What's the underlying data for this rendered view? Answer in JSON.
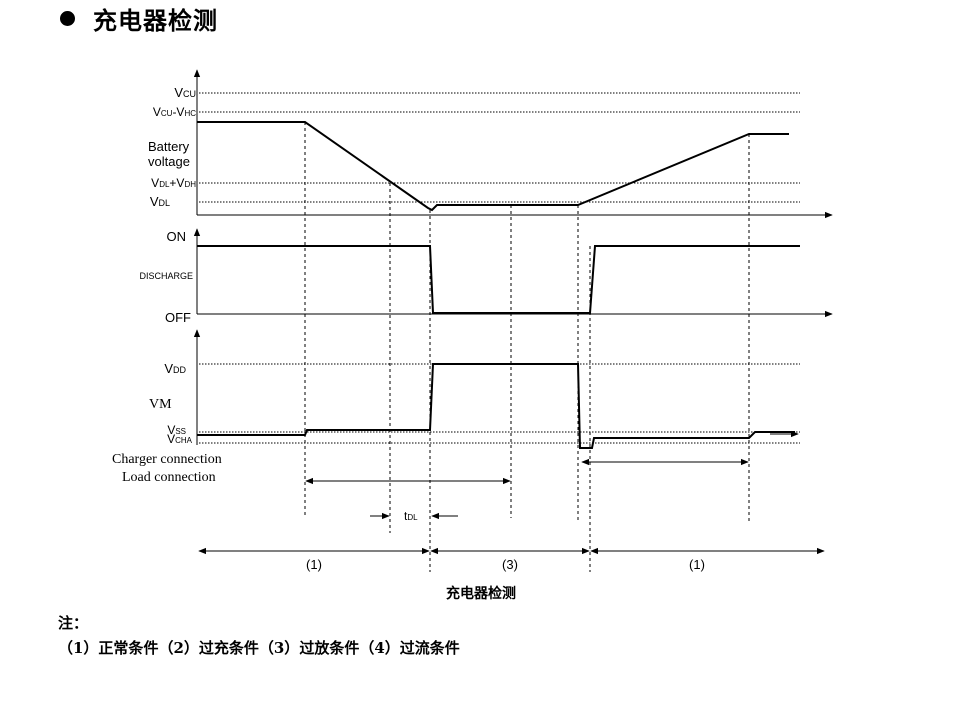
{
  "heading": "充电器检测",
  "labels": {
    "vcu": "V",
    "vcu_sub": "CU",
    "vcu_vhc_a": "V",
    "vcu_vhc_a_sub": "CU",
    "vcu_vhc_b": "-V",
    "vcu_vhc_b_sub": "HC",
    "battery_line1": "Battery",
    "battery_line2": "voltage",
    "vdl_vdh_a": "V",
    "vdl_vdh_a_sub": "DL",
    "vdl_vdh_b": "+V",
    "vdl_vdh_b_sub": "DH",
    "vdl": "V",
    "vdl_sub": "DL",
    "on": "ON",
    "discharge": "DISCHARGE",
    "off": "OFF",
    "vdd": "V",
    "vdd_sub": "DD",
    "vm": "VM",
    "vss": "V",
    "vss_sub": "SS",
    "vcha": "V",
    "vcha_sub": "CHA",
    "charger": "Charger connection",
    "load": "Load connection",
    "tdl": "t",
    "tdl_sub": "DL",
    "period_1_left": "(1)",
    "period_3": "(3)",
    "period_1_right": "(1)"
  },
  "caption": "充电器检测",
  "note_label": "注：",
  "note_body": "（1）正常条件（2）过充条件（3）过放条件（4）过流条件"
}
